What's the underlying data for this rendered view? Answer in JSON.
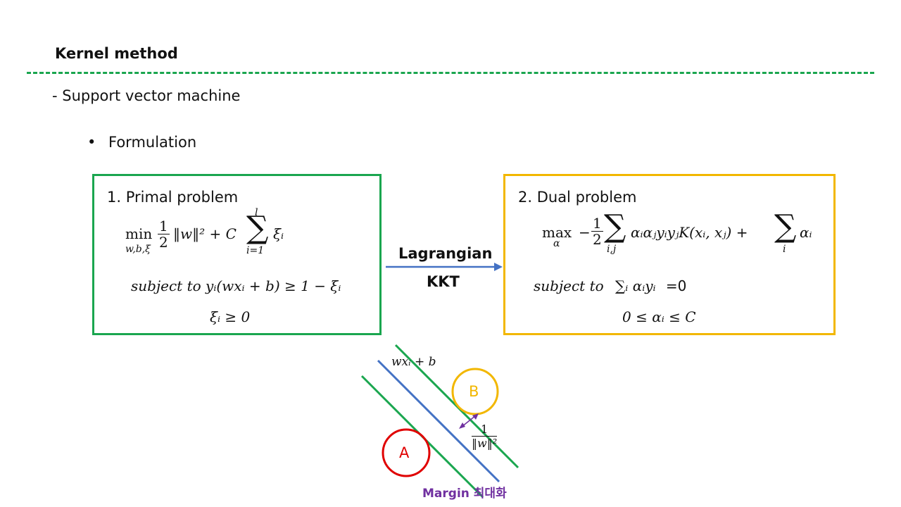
{
  "page": {
    "title": "Kernel method",
    "section": "- Support vector machine",
    "bullet_symbol": "•",
    "bullet": "Formulation"
  },
  "primal": {
    "heading": "1. Primal problem",
    "min_op": "min",
    "min_sub": "w,b,ξ",
    "half_num": "1",
    "half_den": "2",
    "norm_term": "‖w‖² + C",
    "sum_top": "l",
    "sum_bottom": "i=1",
    "sum_term": "ξᵢ",
    "constraint1": "subject to yᵢ(wxᵢ + b) ≥ 1 − ξᵢ",
    "constraint2": "ξᵢ ≥ 0"
  },
  "arrow": {
    "top_label": "Lagrangian",
    "bottom_label": "KKT",
    "color": "#4472c4"
  },
  "dual": {
    "heading": "2. Dual problem",
    "max_op": "max",
    "max_sub": "α",
    "half_num": "1",
    "half_den": "2",
    "minus": "−",
    "sum1_sub": "i,j",
    "sum1_term": "αᵢαⱼyᵢyⱼK(xᵢ, xⱼ) +",
    "sum2_sub": "i",
    "sum2_term": "αᵢ",
    "constraint1_prefix": "subject to",
    "constraint1_sum": "∑ᵢ αᵢyᵢ",
    "constraint1_rhs": "=0",
    "constraint2": "0 ≤ αᵢ ≤ C"
  },
  "diagram": {
    "hyperplane_label": "wxᵢ + b",
    "point_a": "A",
    "point_b": "B",
    "margin_num": "1",
    "margin_den": "‖w‖²",
    "margin_caption": "Margin 최대화",
    "colors": {
      "margin_lines": "#1aa64f",
      "hyperplane": "#4472c4",
      "circle_a": "#e00000",
      "circle_b": "#f2b700",
      "margin_arrow": "#7030a0"
    }
  }
}
